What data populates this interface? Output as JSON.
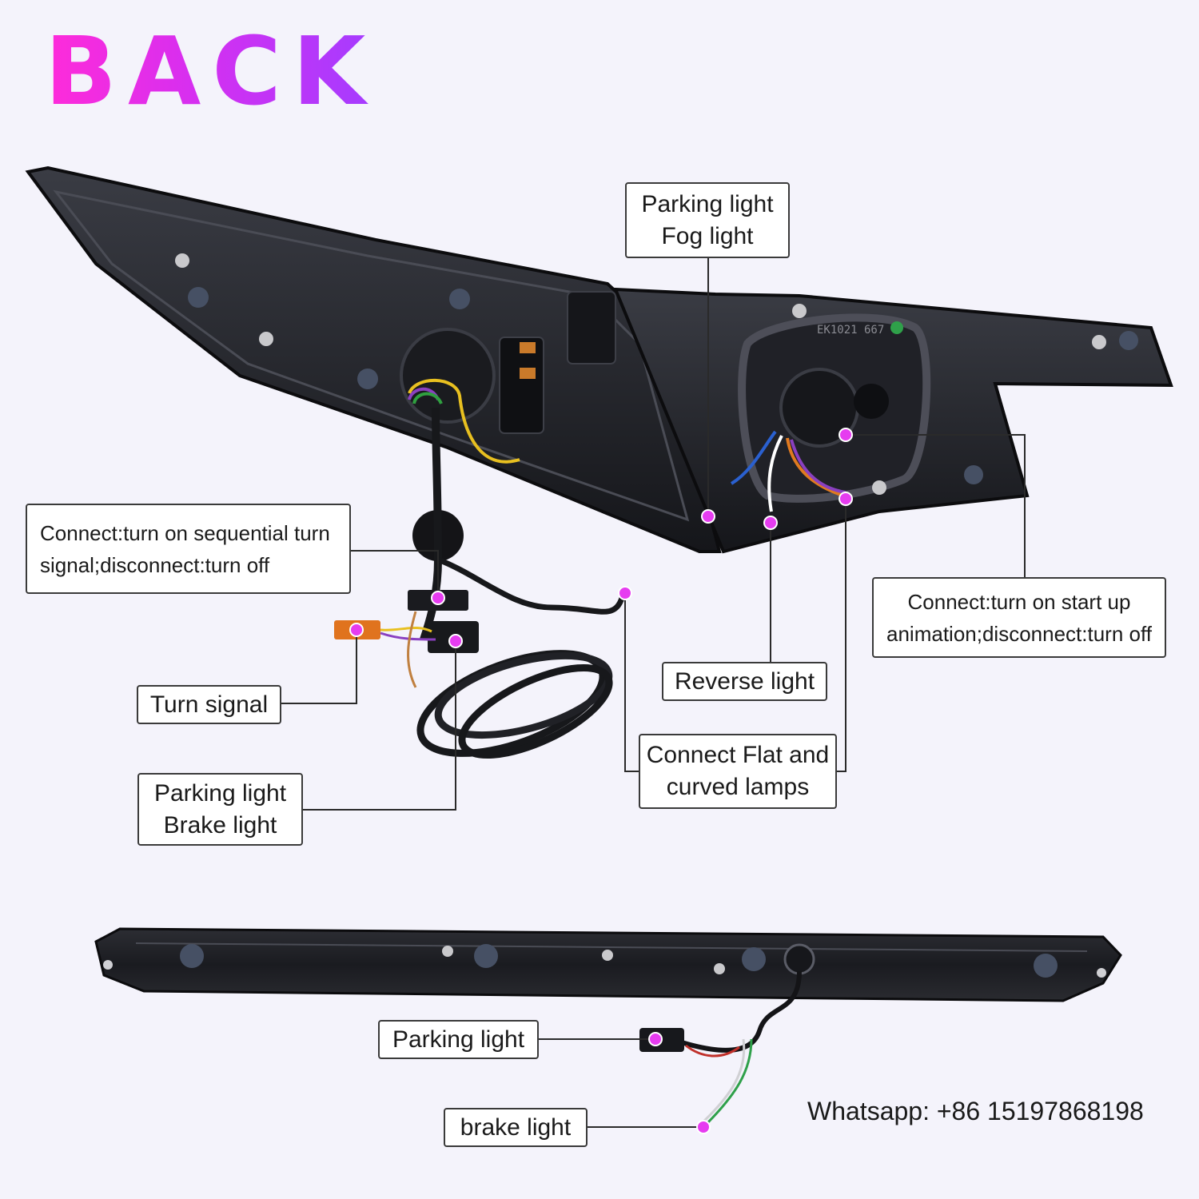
{
  "heading": "BACK",
  "colors": {
    "accent_magenta": "#e63cf0",
    "heading_gradient_start": "#ff2bd9",
    "heading_gradient_end": "#a43cff",
    "lamp_housing": "#1e1f24",
    "background": "#f4f3fb",
    "callout_border": "#3a3a3a"
  },
  "callouts": {
    "parking_fog": {
      "line1": "Parking light",
      "line2": "Fog light"
    },
    "sequential_turn": {
      "line1": "Connect:turn on sequential turn",
      "line2": "signal;disconnect:turn off"
    },
    "start_up_animation": {
      "line1": "Connect:turn on start up",
      "line2": "animation;disconnect:turn off"
    },
    "reverse": {
      "line1": "Reverse light"
    },
    "turn_signal": {
      "line1": "Turn signal"
    },
    "flat_curved": {
      "line1": "Connect Flat and",
      "line2": "curved lamps"
    },
    "parking_brake": {
      "line1": "Parking light",
      "line2": "Brake light"
    },
    "bar_parking": {
      "line1": "Parking light"
    },
    "bar_brake": {
      "line1": "brake light"
    }
  },
  "contact": "Whatsapp: +86 15197868198"
}
